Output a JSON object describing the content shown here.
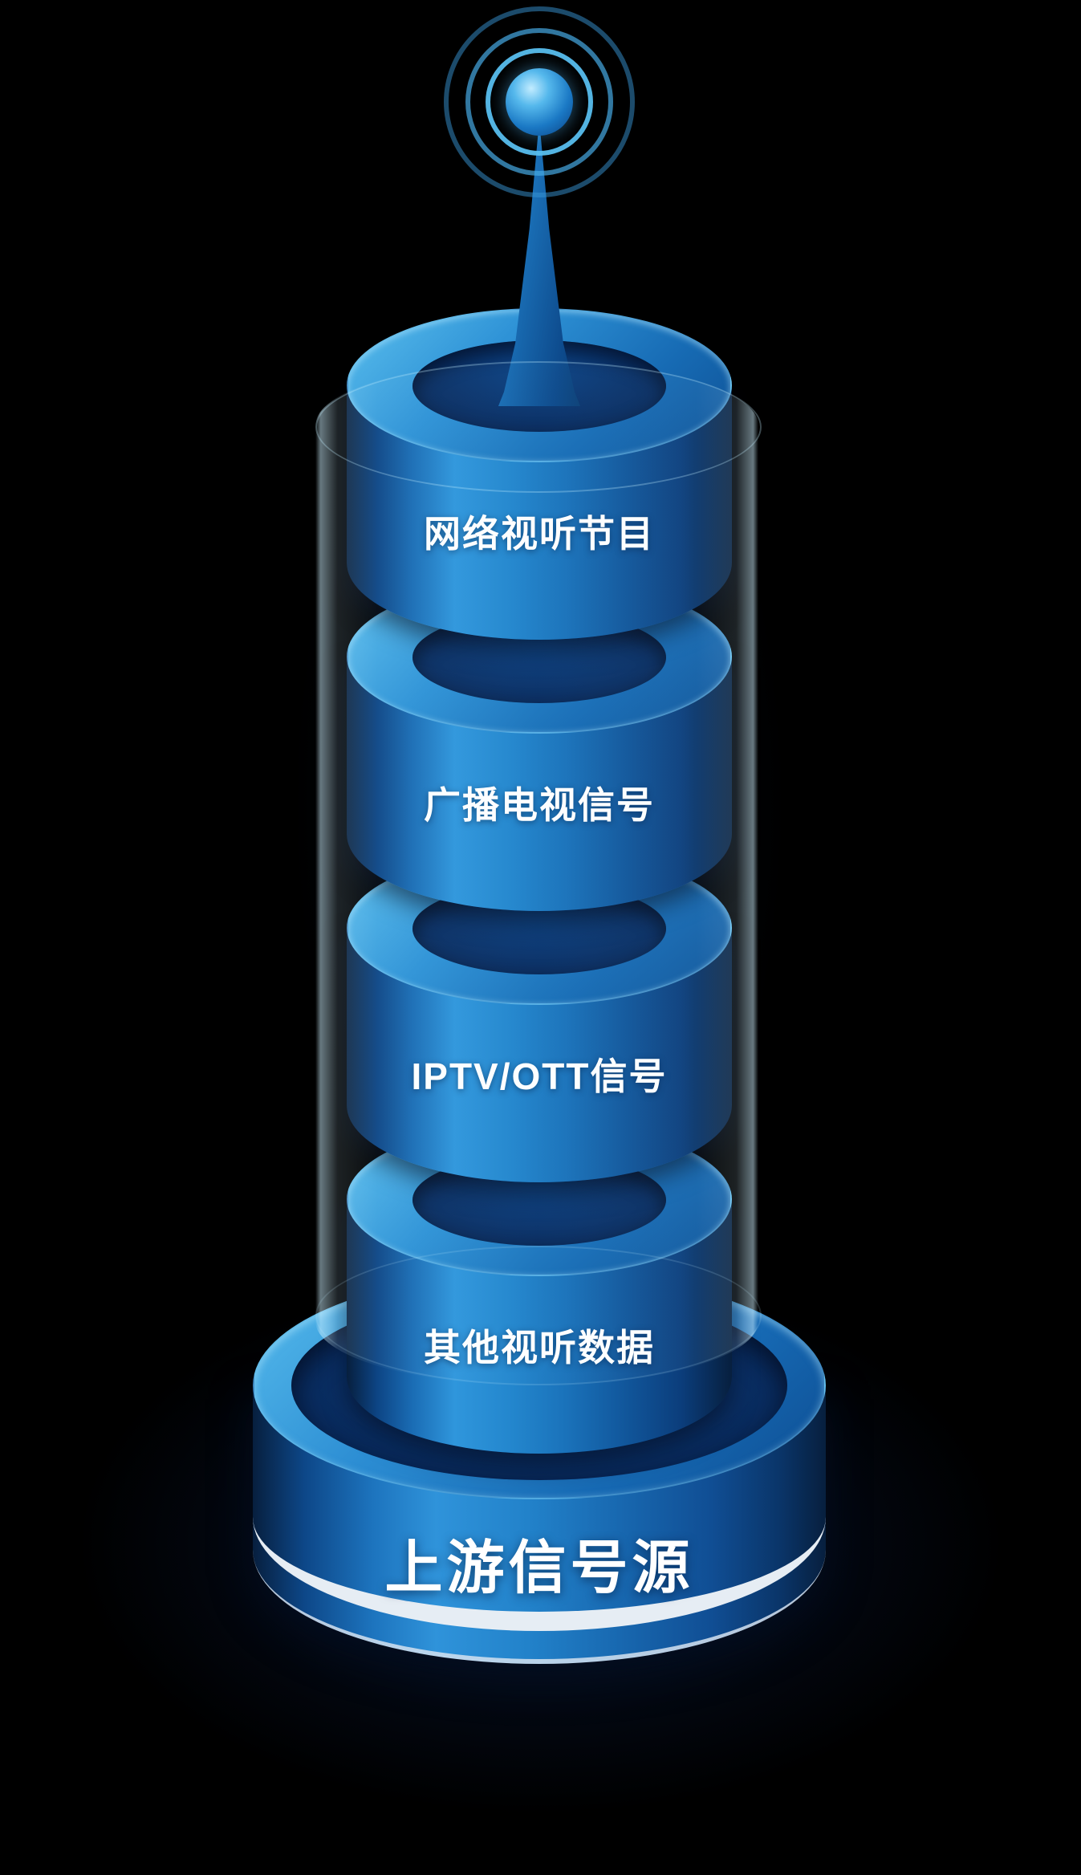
{
  "diagram": {
    "layers": [
      {
        "label": "网络视听节目"
      },
      {
        "label": "广播电视信号"
      },
      {
        "label": "IPTV/OTT信号"
      },
      {
        "label": "其他视听数据"
      }
    ],
    "base": {
      "label": "上游信号源"
    }
  },
  "colors": {
    "background": "#000000",
    "cylinder_highlight": "#2f96dc",
    "cylinder_shadow": "#071f3e",
    "top_face_light": "#5cc0ee",
    "recess_dark": "#0a3168",
    "base_stripe": "#e6edf4",
    "signal_ring": "#3ea4da",
    "glow": "#9ce8ff",
    "label_text": "#ffffff"
  }
}
